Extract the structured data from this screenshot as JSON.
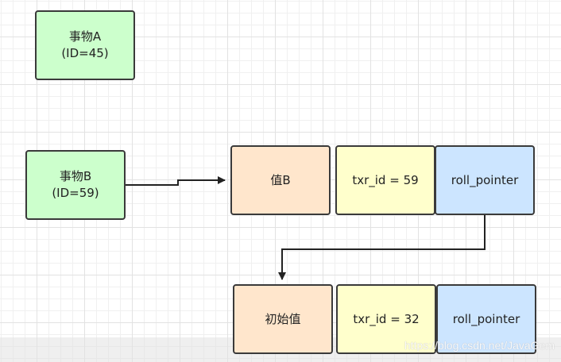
{
  "transaction_a": {
    "name": "事物A",
    "id": "(ID=45)"
  },
  "transaction_b": {
    "name": "事物B",
    "id": "(ID=59)"
  },
  "record_current": {
    "value": "值B",
    "txr_id": "txr_id = 59",
    "roll_pointer": "roll_pointer"
  },
  "record_initial": {
    "value": "初始值",
    "txr_id": "txr_id = 32",
    "roll_pointer": "roll_pointer"
  },
  "watermark": "https://blog.csdn.net/JavaGem",
  "colors": {
    "transaction": "#ccffcc",
    "value": "#ffe6cc",
    "txr_id": "#ffffcc",
    "roll_pointer": "#cce5ff",
    "stroke": "#3a3a3a"
  }
}
